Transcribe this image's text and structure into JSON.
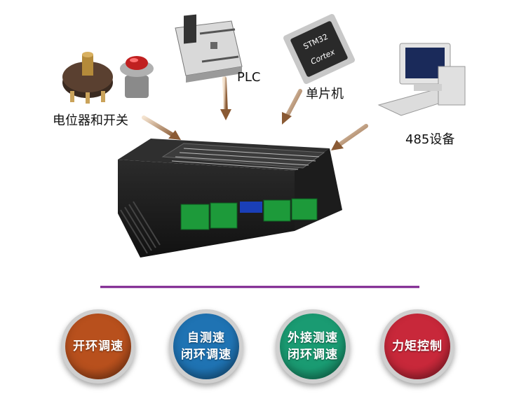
{
  "inputs": {
    "potentiometer": "电位器和开关",
    "plc": "PLC",
    "mcu": "单片机",
    "rs485": "485设备"
  },
  "device": {
    "brand": "Cortex",
    "chip_brand": "STM32"
  },
  "modes": [
    {
      "line1": "开环调速",
      "line2": "",
      "color": "#b8501d"
    },
    {
      "line1": "自测速",
      "line2": "闭环调速",
      "color": "#1f73b3"
    },
    {
      "line1": "外接测速",
      "line2": "闭环调速",
      "color": "#1a9b72"
    },
    {
      "line1": "力矩控制",
      "line2": "",
      "color": "#c8283a"
    }
  ],
  "colors": {
    "arrow": "#a0724a",
    "tree_line": "#7a1e8c",
    "tree_accent": "#e8c020"
  }
}
